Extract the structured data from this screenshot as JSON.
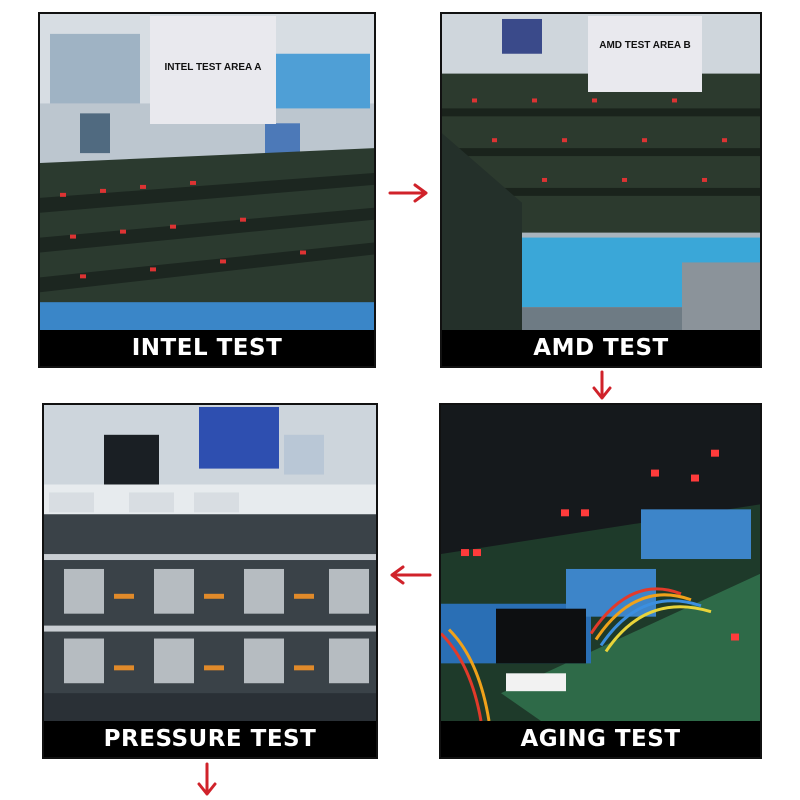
{
  "panels": {
    "intel": {
      "label": "INTEL TEST",
      "sign": "INTEL TEST AREA A"
    },
    "amd": {
      "label": "AMD TEST",
      "sign": "AMD TEST AREA B"
    },
    "aging": {
      "label": "AGING TEST"
    },
    "pressure": {
      "label": "PRESSURE TEST"
    }
  },
  "colors": {
    "arrow": "#d0222a",
    "caption_bg": "#000000",
    "caption_text": "#ffffff"
  },
  "icons": [
    "arrow-right-icon",
    "arrow-down-icon",
    "arrow-left-icon",
    "arrow-down-icon"
  ]
}
